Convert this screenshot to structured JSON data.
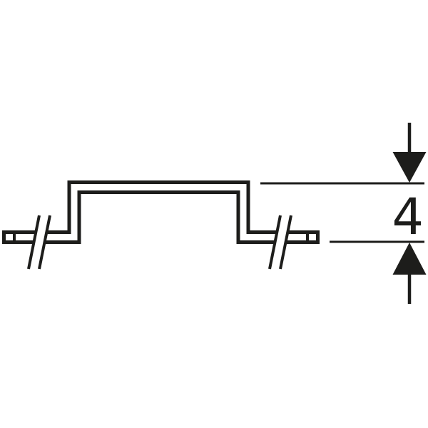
{
  "diagram": {
    "type": "technical-drawing-cross-section",
    "line_color": "#1d1d1b",
    "background_color": "#ffffff",
    "dimension": {
      "value": "4"
    },
    "icons": {
      "top_arrow": "filled-arrow-down",
      "bottom_arrow": "filled-arrow-up",
      "break_mark": "double-slash"
    }
  }
}
